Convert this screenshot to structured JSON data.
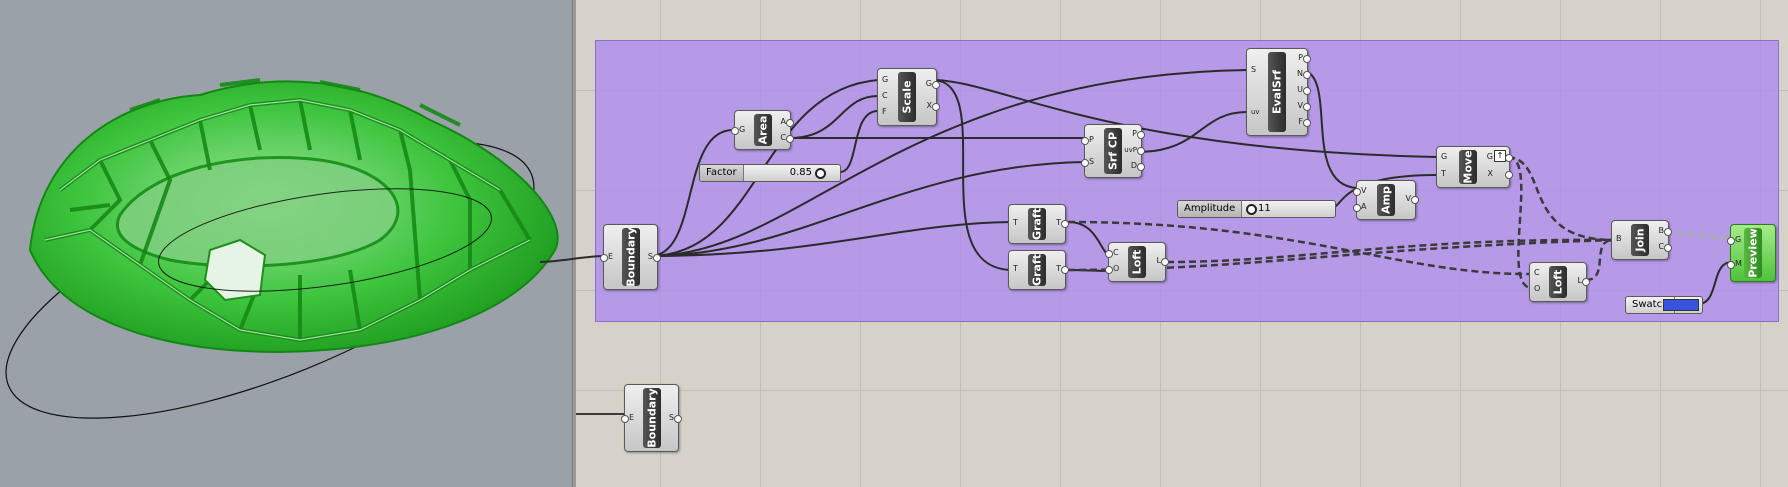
{
  "viewport": {
    "background": "#9aa1a8",
    "model_color": "#2cc52c",
    "curve_color": "#111111"
  },
  "canvas": {
    "background": "#d6d2c9",
    "group_color": "#ae8cf0"
  },
  "components": {
    "boundary_main": {
      "name": "Boundary",
      "inputs": [
        "E"
      ],
      "outputs": [
        "S"
      ]
    },
    "area": {
      "name": "Area",
      "inputs": [
        "G"
      ],
      "outputs": [
        "A",
        "C"
      ]
    },
    "scale": {
      "name": "Scale",
      "inputs": [
        "G",
        "C",
        "F"
      ],
      "outputs": [
        "G",
        "X"
      ]
    },
    "srf_cp": {
      "name": "Srf CP",
      "inputs": [
        "P",
        "S"
      ],
      "outputs": [
        "P",
        "uvP",
        "D"
      ]
    },
    "evalsrf": {
      "name": "EvalSrf",
      "inputs": [
        "S",
        "uv"
      ],
      "outputs": [
        "P",
        "N",
        "U",
        "V",
        "F"
      ]
    },
    "amp": {
      "name": "Amp",
      "inputs": [
        "V",
        "A"
      ],
      "outputs": [
        "V"
      ]
    },
    "move": {
      "name": "Move",
      "inputs": [
        "G",
        "T"
      ],
      "outputs": [
        "G",
        "X"
      ]
    },
    "graft1": {
      "name": "Graft",
      "inputs": [
        "T"
      ],
      "outputs": [
        "T"
      ]
    },
    "graft2": {
      "name": "Graft",
      "inputs": [
        "T"
      ],
      "outputs": [
        "T"
      ]
    },
    "loft1": {
      "name": "Loft",
      "inputs": [
        "C",
        "O"
      ],
      "outputs": [
        "L"
      ]
    },
    "loft2": {
      "name": "Loft",
      "inputs": [
        "C",
        "O"
      ],
      "outputs": [
        "L"
      ]
    },
    "join": {
      "name": "Join",
      "inputs": [
        "B"
      ],
      "outputs": [
        "B",
        "C"
      ]
    },
    "preview": {
      "name": "Preview",
      "inputs": [
        "G",
        "M"
      ],
      "outputs": []
    },
    "boundary_lower": {
      "name": "Boundary",
      "inputs": [
        "E"
      ],
      "outputs": [
        "S"
      ]
    }
  },
  "sliders": {
    "factor": {
      "label": "Factor",
      "value": "0.85"
    },
    "amplitude": {
      "label": "Amplitude",
      "value": "11"
    }
  },
  "swatch": {
    "label": "Swatch",
    "color": "#3a52e0"
  }
}
